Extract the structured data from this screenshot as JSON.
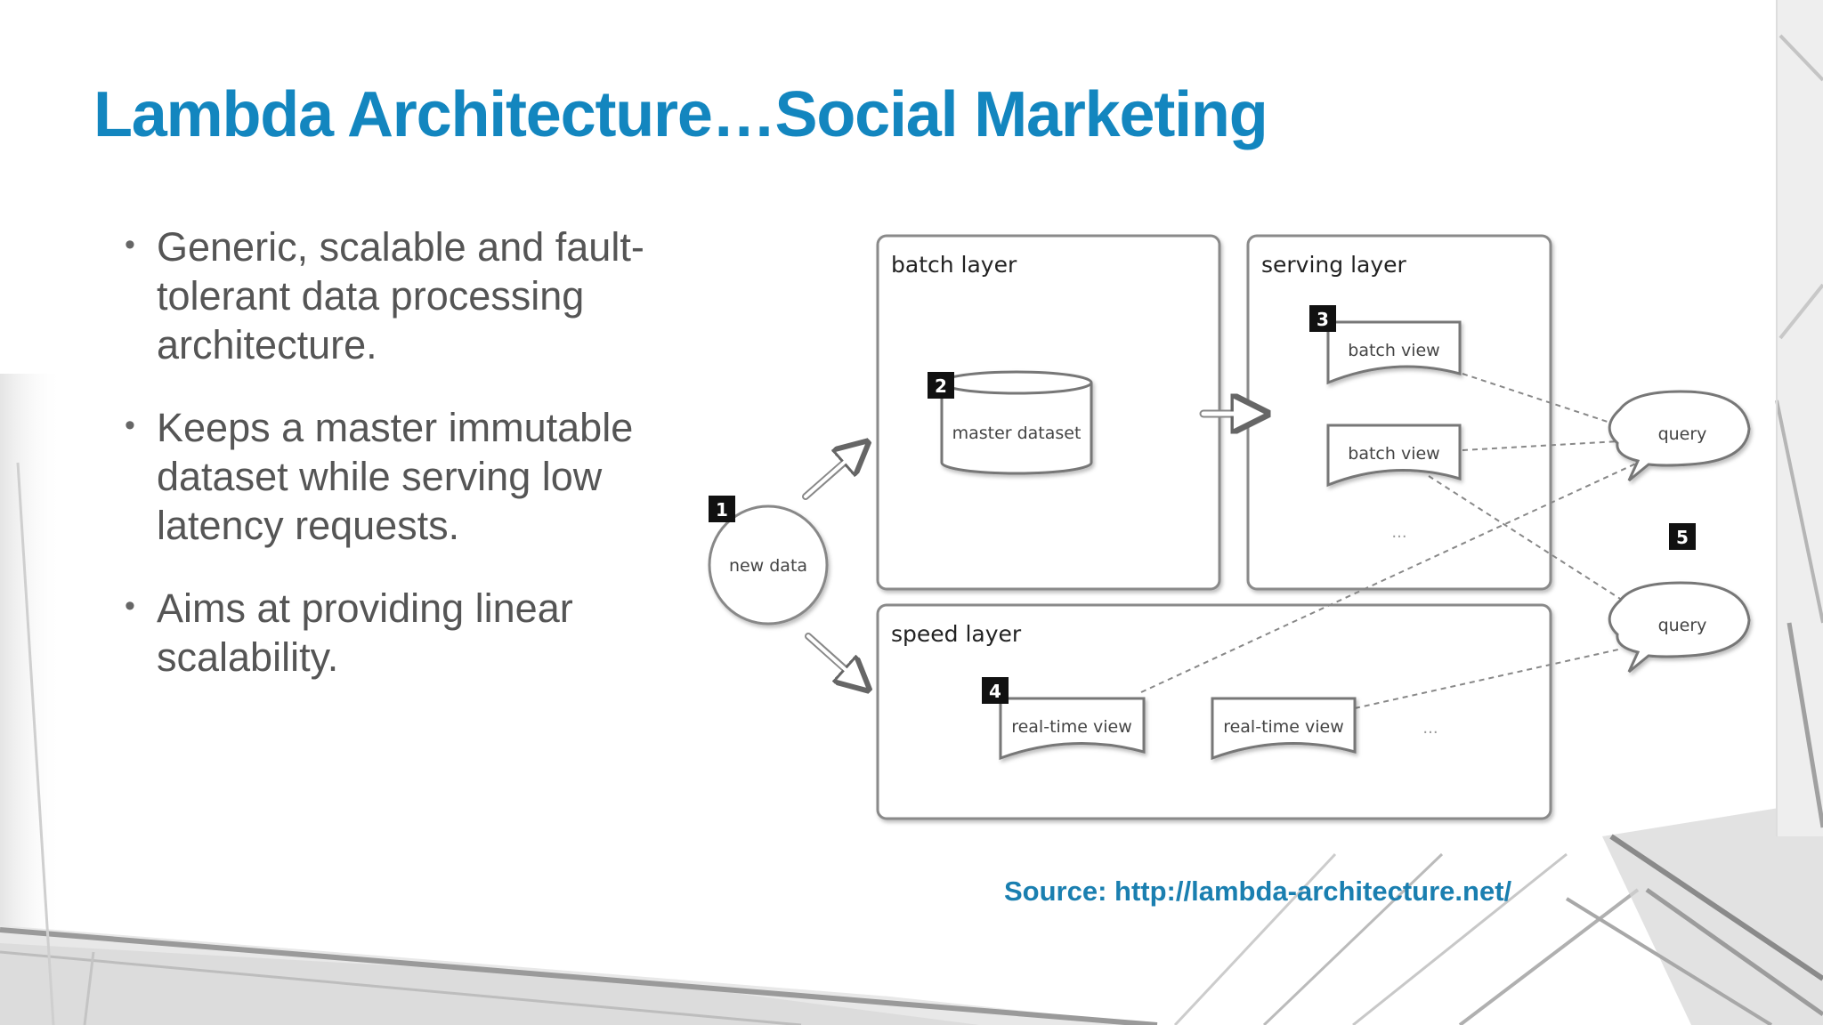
{
  "slide": {
    "title": "Lambda Architecture…Social Marketing",
    "bullets": [
      "Generic, scalable and fault-tolerant data processing architecture.",
      "Keeps a master immutable dataset while serving low latency requests.",
      "Aims at providing linear scalability."
    ],
    "source": "Source: http://lambda-architecture.net/"
  },
  "diagram": {
    "layers": {
      "batch": "batch layer",
      "serving": "serving layer",
      "speed": "speed layer"
    },
    "nodes": {
      "new_data": "new data",
      "master_dataset": "master dataset",
      "batch_view_1": "batch view",
      "batch_view_2": "batch view",
      "serving_ellipsis": "...",
      "realtime_view_1": "real-time view",
      "realtime_view_2": "real-time view",
      "speed_ellipsis": "...",
      "query_1": "query",
      "query_2": "query"
    },
    "step_badges": [
      "1",
      "2",
      "3",
      "4",
      "5"
    ]
  },
  "colors": {
    "title": "#1386bf",
    "source": "#1a7fb0",
    "body_text": "#555555",
    "badge": "#111111"
  }
}
